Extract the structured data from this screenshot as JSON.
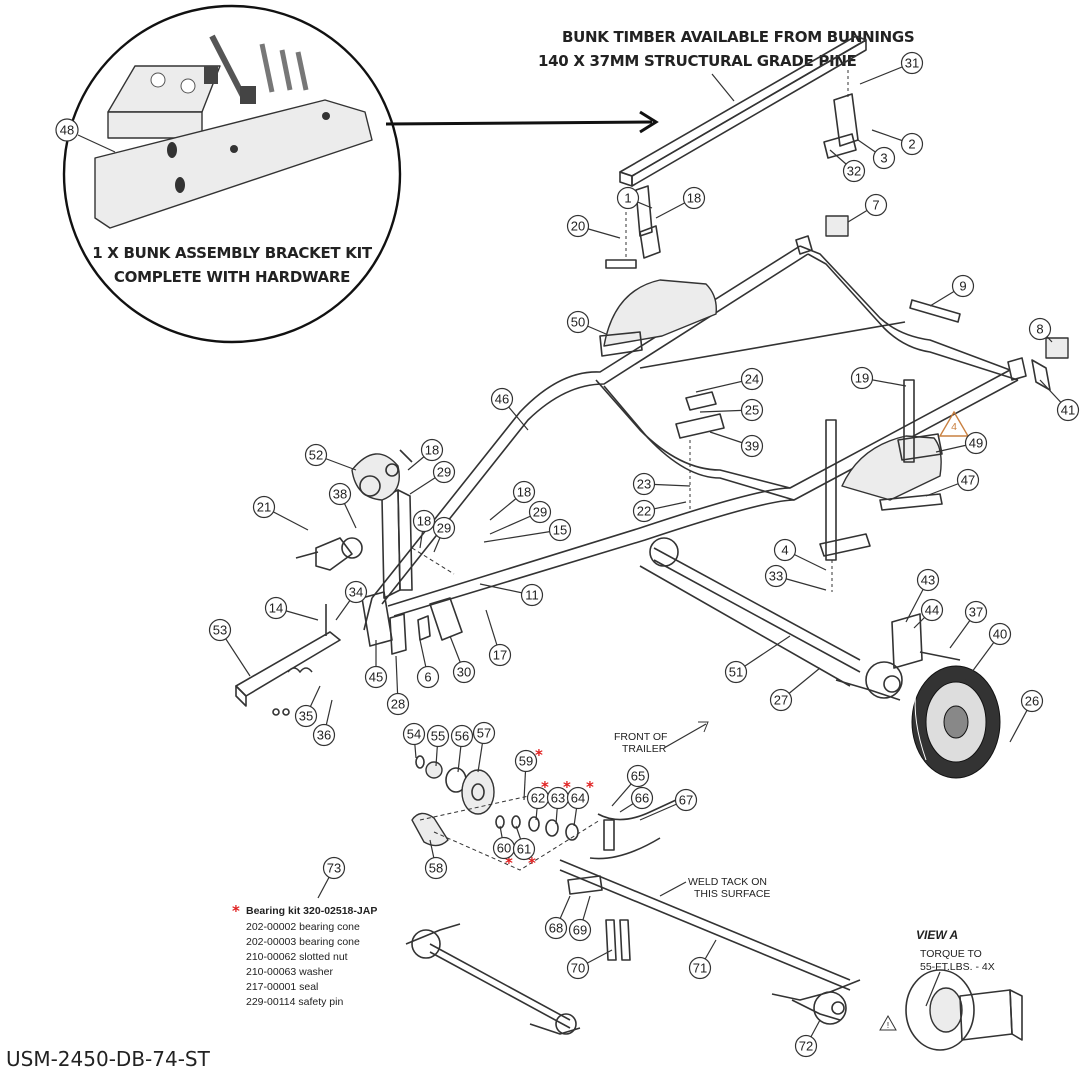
{
  "header": {
    "line1": "BUNK TIMBER AVAILABLE FROM BUNNINGS",
    "line2": "140 X 37MM STRUCTURAL GRADE PINE"
  },
  "inset": {
    "callout": "48",
    "line1": "1 X BUNK ASSEMBLY BRACKET KIT",
    "line2": "COMPLETE WITH HARDWARE"
  },
  "labels": {
    "front_line1": "FRONT OF",
    "front_line2": "TRAILER",
    "weld_line1": "WELD TACK ON",
    "weld_line2": "THIS SURFACE",
    "view": "VIEW A",
    "torque_line1": "TORQUE TO",
    "torque_line2": "55-FT.LBS. - 4X",
    "warning_num": "4"
  },
  "bearing_kit": {
    "callout": "73",
    "star": "*",
    "title": "Bearing kit 320-02518-JAP",
    "items": [
      "202-00002 bearing cone",
      "202-00003 bearing cone",
      "210-00062 slotted nut",
      "210-00063 washer",
      "217-00001 seal",
      "229-00114 safety pin"
    ]
  },
  "callouts": [
    "1",
    "2",
    "3",
    "4",
    "6",
    "7",
    "8",
    "9",
    "11",
    "14",
    "15",
    "17",
    "18",
    "19",
    "20",
    "21",
    "22",
    "23",
    "24",
    "25",
    "26",
    "27",
    "28",
    "29",
    "30",
    "31",
    "32",
    "33",
    "34",
    "35",
    "36",
    "37",
    "38",
    "39",
    "40",
    "41",
    "43",
    "44",
    "45",
    "46",
    "47",
    "49",
    "50",
    "51",
    "52",
    "53",
    "54",
    "55",
    "56",
    "57",
    "58",
    "59",
    "60",
    "61",
    "62",
    "63",
    "64",
    "65",
    "66",
    "67",
    "68",
    "69",
    "70",
    "71",
    "72"
  ],
  "model_number": "USM-2450-DB-74-ST"
}
